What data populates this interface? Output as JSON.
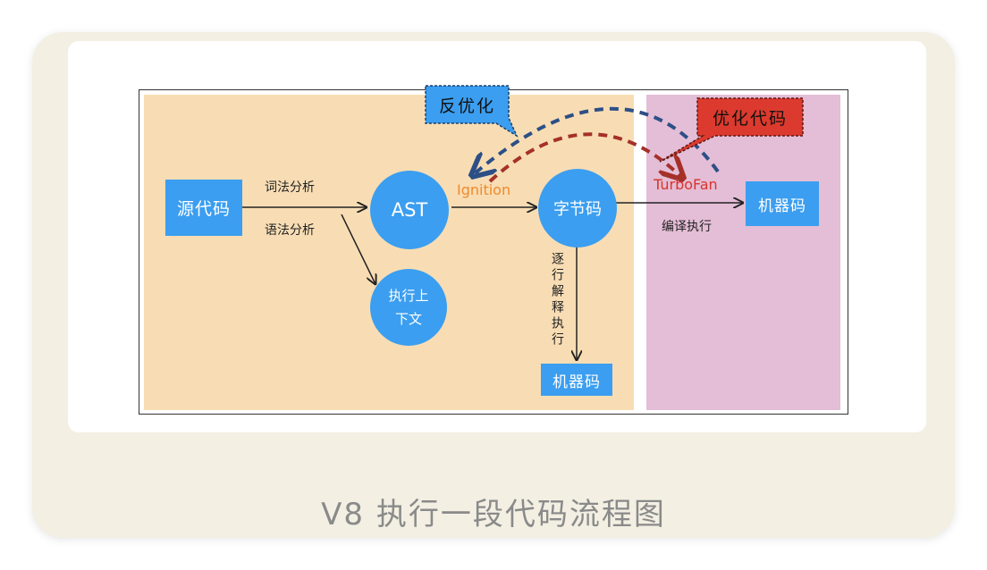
{
  "nodes": {
    "source_code": "源代码",
    "ast": "AST",
    "exec_context_line1": "执行上",
    "exec_context_line2": "下文",
    "bytecode": "字节码",
    "machine_code_interp": "机器码",
    "machine_code_compiled": "机器码"
  },
  "edge_labels": {
    "lexical": "词法分析",
    "syntax": "语法分析",
    "ignition": "Ignition",
    "interpret": "逐行解释执行",
    "turbofan": "TurboFan",
    "compile": "编译执行"
  },
  "callouts": {
    "deoptimize": "反优化",
    "optimize": "优化代码"
  },
  "caption": "V8 执行一段代码流程图",
  "colors": {
    "node_blue": "#3b9ef0",
    "interpreter_region": "#f8ddb4",
    "compiler_region": "#e4bdd6",
    "deopt_arrow": "#2d4f86",
    "opt_arrow": "#a5302a",
    "ignition_text": "#f08a2c",
    "turbofan_text": "#d9342b"
  }
}
